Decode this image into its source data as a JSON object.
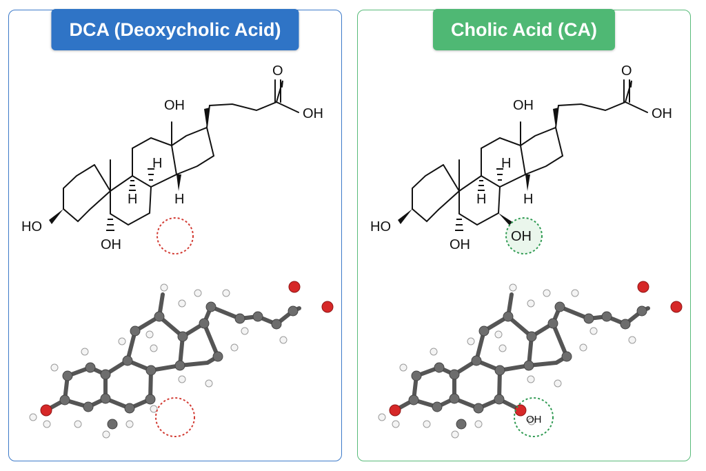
{
  "panels": [
    {
      "title": "DCA (Deoxycholic Acid)",
      "accent": "#2f74c6",
      "marker_color": "#d23a32",
      "labels": {
        "oh_top": "OH",
        "oh_acid": "OH",
        "o_acid": "O",
        "ho_left": "HO",
        "oh_bottom": "OH",
        "h_upper": "H",
        "h_mid": "H",
        "h_right": "H"
      },
      "c7_substituent": ""
    },
    {
      "title": "Cholic Acid (CA)",
      "accent": "#4fb874",
      "marker_color": "#2f9a52",
      "labels": {
        "oh_top": "OH",
        "oh_acid": "OH",
        "o_acid": "O",
        "ho_left": "HO",
        "oh_bottom": "OH",
        "h_upper": "H",
        "h_mid": "H",
        "h_right": "H"
      },
      "c7_substituent": "OH",
      "model_c7_label": "OH"
    }
  ],
  "colors": {
    "carbon": "#6d6d6d",
    "oxygen": "#d62828",
    "hydrogen": "#f4f4f4",
    "bond": "#111111"
  }
}
